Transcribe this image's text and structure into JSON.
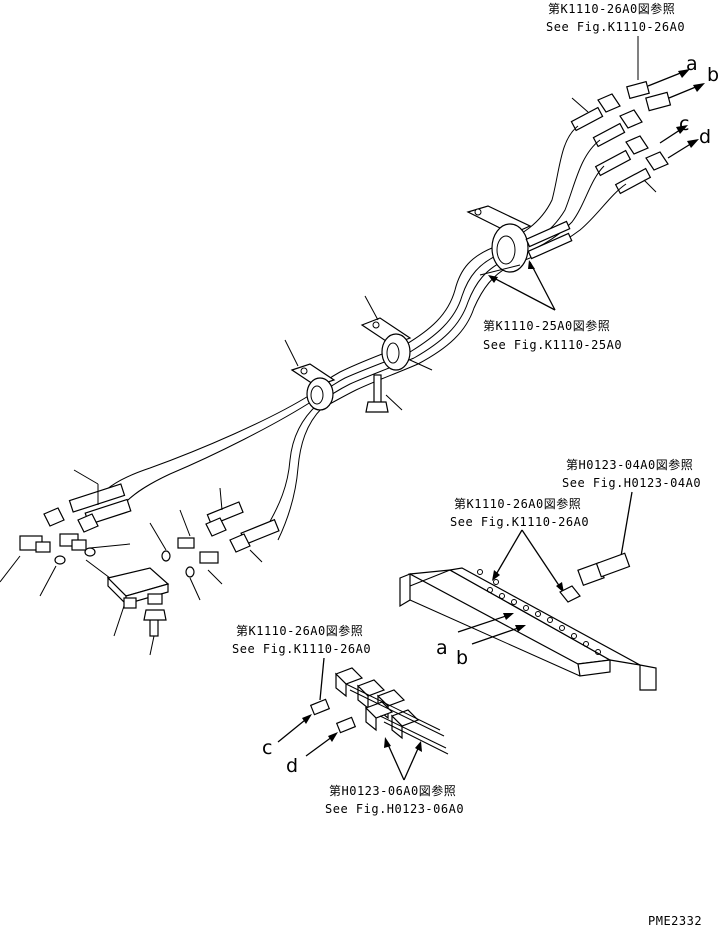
{
  "references": {
    "top_right_jp": "第K1110-26A0図参照",
    "top_right_en": "See Fig.K1110-26A0",
    "clamp_jp": "第K1110-25A0図参照",
    "clamp_en": "See Fig.K1110-25A0",
    "bracket_fig_jp": "第H0123-04A0図参照",
    "bracket_fig_en": "See Fig.H0123-04A0",
    "bracket_fit_jp": "第K1110-26A0図参照",
    "bracket_fit_en": "See Fig.K1110-26A0",
    "lower_fit_jp": "第K1110-26A0図参照",
    "lower_fit_en": "See Fig.K1110-26A0",
    "lower_fig_jp": "第H0123-06A0図参照",
    "lower_fig_en": "See Fig.H0123-06A0"
  },
  "connection_labels": {
    "a_top": "a",
    "b_top": "b",
    "c_top": "c",
    "d_top": "d",
    "a_bracket": "a",
    "b_bracket": "b",
    "c_lower": "c",
    "d_lower": "d"
  },
  "drawing_code": "PME2332"
}
